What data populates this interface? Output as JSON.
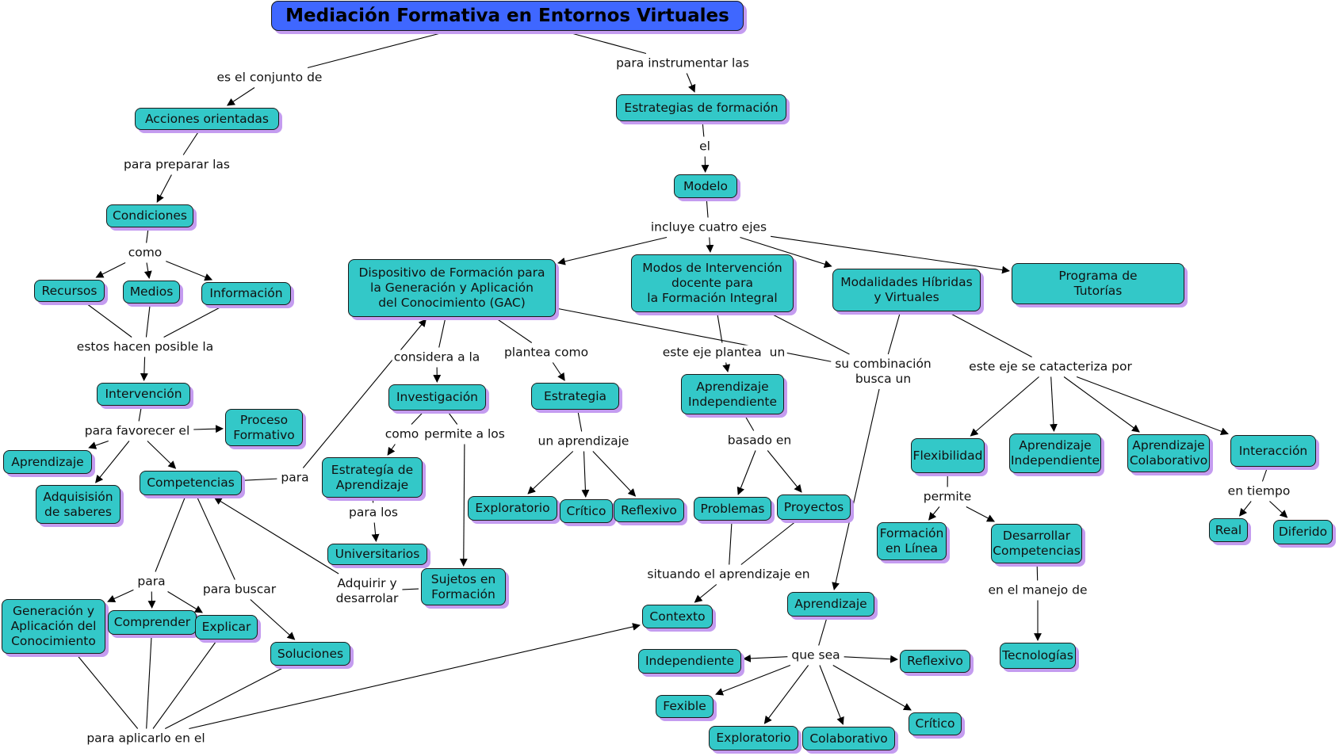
{
  "title": "Mediación Formativa en Entornos Virtuales",
  "colors": {
    "title_bg": "#3f67ff",
    "node_bg": "#33c8c8",
    "shadow": "#c49cf0",
    "border": "#1a1a1a"
  },
  "nodes": [
    {
      "id": "title",
      "text": "Mediación Formativa en Entornos Virtuales"
    },
    {
      "id": "acciones",
      "text": "Acciones  orientadas"
    },
    {
      "id": "condiciones",
      "text": "Condiciones"
    },
    {
      "id": "recursos",
      "text": "Recursos"
    },
    {
      "id": "medios",
      "text": "Medios"
    },
    {
      "id": "informacion",
      "text": "Información"
    },
    {
      "id": "intervencion",
      "text": "Intervención"
    },
    {
      "id": "proceso",
      "text": "Proceso\nFormativo"
    },
    {
      "id": "aprendizaje1",
      "text": "Aprendizaje"
    },
    {
      "id": "adquisicion",
      "text": "Adquisisión\nde saberes"
    },
    {
      "id": "competencias",
      "text": "Competencias"
    },
    {
      "id": "generacion",
      "text": "Generación y\nAplicación del\nConocimiento"
    },
    {
      "id": "comprender",
      "text": "Comprender"
    },
    {
      "id": "explicar",
      "text": "Explicar"
    },
    {
      "id": "soluciones",
      "text": "Soluciones"
    },
    {
      "id": "estrategias",
      "text": "Estrategias de formación"
    },
    {
      "id": "modelo",
      "text": "Modelo"
    },
    {
      "id": "dispositivo",
      "text": "Dispositivo de Formación para\nla Generación y Aplicación\ndel Conocimiento (GAC)"
    },
    {
      "id": "modos",
      "text": "Modos de Intervención\ndocente para\nla Formación  Integral"
    },
    {
      "id": "modalidades",
      "text": "Modalidades Híbridas\ny Virtuales"
    },
    {
      "id": "programa",
      "text": "Programa de\nTutorías"
    },
    {
      "id": "investigacion",
      "text": "Investigación"
    },
    {
      "id": "estrategia_ap",
      "text": "Estrategía de\nAprendizaje"
    },
    {
      "id": "universitarios",
      "text": "Universitarios"
    },
    {
      "id": "sujetos",
      "text": "Sujetos en\nFormación"
    },
    {
      "id": "estrategia",
      "text": "Estrategia"
    },
    {
      "id": "exploratorio1",
      "text": "Exploratorio"
    },
    {
      "id": "critico1",
      "text": "Crítico"
    },
    {
      "id": "reflexivo1",
      "text": "Reflexivo"
    },
    {
      "id": "ap_indep1",
      "text": "Aprendizaje\nIndependiente"
    },
    {
      "id": "problemas",
      "text": "Problemas"
    },
    {
      "id": "proyectos",
      "text": "Proyectos"
    },
    {
      "id": "contexto",
      "text": "Contexto"
    },
    {
      "id": "aprendizaje2",
      "text": "Aprendizaje"
    },
    {
      "id": "independiente",
      "text": "Independiente"
    },
    {
      "id": "reflexivo2",
      "text": "Reflexivo"
    },
    {
      "id": "fexible",
      "text": "Fexible"
    },
    {
      "id": "exploratorio2",
      "text": "Exploratorio"
    },
    {
      "id": "colaborativo",
      "text": "Colaborativo"
    },
    {
      "id": "critico2",
      "text": "Crítico"
    },
    {
      "id": "flexibilidad",
      "text": "Flexibilidad"
    },
    {
      "id": "ap_indep2",
      "text": "Aprendizaje\nIndependiente"
    },
    {
      "id": "ap_colab",
      "text": "Aprendizaje\nColaborativo"
    },
    {
      "id": "interaccion",
      "text": "Interacción"
    },
    {
      "id": "formacion_linea",
      "text": "Formación\nen Línea"
    },
    {
      "id": "desarrollar",
      "text": "Desarrollar\nCompetencias"
    },
    {
      "id": "tecnologias",
      "text": "Tecnologías"
    },
    {
      "id": "real",
      "text": "Real"
    },
    {
      "id": "diferido",
      "text": "Diferido"
    }
  ],
  "links": [
    {
      "id": "l_conjunto",
      "text": "es el conjunto de"
    },
    {
      "id": "l_instrumentar",
      "text": "para instrumentar las"
    },
    {
      "id": "l_preparar",
      "text": "para preparar las"
    },
    {
      "id": "l_como",
      "text": "como"
    },
    {
      "id": "l_hacen",
      "text": "estos hacen posible la"
    },
    {
      "id": "l_favorecer",
      "text": "para favorecer el"
    },
    {
      "id": "l_para_comp",
      "text": "para"
    },
    {
      "id": "l_para2",
      "text": "para"
    },
    {
      "id": "l_buscar",
      "text": "para buscar"
    },
    {
      "id": "l_aplicarlo",
      "text": "para aplicarlo en el"
    },
    {
      "id": "l_adquirir",
      "text": "Adquirir y\ndesarrolar"
    },
    {
      "id": "l_el",
      "text": "el"
    },
    {
      "id": "l_cuatro",
      "text": "incluye cuatro ejes"
    },
    {
      "id": "l_considera",
      "text": "considera a la"
    },
    {
      "id": "l_plantea",
      "text": "plantea como"
    },
    {
      "id": "l_como2",
      "text": "como"
    },
    {
      "id": "l_permite_los",
      "text": "permite a los"
    },
    {
      "id": "l_para_los",
      "text": "para los"
    },
    {
      "id": "l_un_ap",
      "text": "un aprendizaje"
    },
    {
      "id": "l_eje_plantea",
      "text": "este eje plantea  un"
    },
    {
      "id": "l_combinacion",
      "text": "su combinación\nbusca un"
    },
    {
      "id": "l_basado",
      "text": "basado en"
    },
    {
      "id": "l_situando",
      "text": "situando el aprendizaje en"
    },
    {
      "id": "l_que_sea",
      "text": "que sea"
    },
    {
      "id": "l_caracteriza",
      "text": "este eje se catacteriza por"
    },
    {
      "id": "l_permite",
      "text": "permite"
    },
    {
      "id": "l_manejo",
      "text": "en el manejo de"
    },
    {
      "id": "l_tiempo",
      "text": "en tiempo"
    }
  ],
  "edges": [
    [
      "title",
      "l_conjunto",
      0
    ],
    [
      "l_conjunto",
      "acciones",
      1
    ],
    [
      "title",
      "l_instrumentar",
      0
    ],
    [
      "l_instrumentar",
      "estrategias",
      1
    ],
    [
      "acciones",
      "l_preparar",
      0
    ],
    [
      "l_preparar",
      "condiciones",
      1
    ],
    [
      "condiciones",
      "l_como",
      0
    ],
    [
      "l_como",
      "recursos",
      1
    ],
    [
      "l_como",
      "medios",
      1
    ],
    [
      "l_como",
      "informacion",
      1
    ],
    [
      "recursos",
      "l_hacen",
      0
    ],
    [
      "medios",
      "l_hacen",
      0
    ],
    [
      "informacion",
      "l_hacen",
      0
    ],
    [
      "l_hacen",
      "intervencion",
      1
    ],
    [
      "intervencion",
      "l_favorecer",
      0
    ],
    [
      "l_favorecer",
      "proceso",
      1
    ],
    [
      "l_favorecer",
      "aprendizaje1",
      1
    ],
    [
      "l_favorecer",
      "adquisicion",
      1
    ],
    [
      "l_favorecer",
      "competencias",
      1
    ],
    [
      "competencias",
      "l_para_comp",
      0
    ],
    [
      "l_para_comp",
      "dispositivo",
      1
    ],
    [
      "competencias",
      "l_para2",
      0
    ],
    [
      "l_para2",
      "generacion",
      1
    ],
    [
      "l_para2",
      "comprender",
      1
    ],
    [
      "l_para2",
      "explicar",
      1
    ],
    [
      "competencias",
      "l_buscar",
      0
    ],
    [
      "l_buscar",
      "soluciones",
      1
    ],
    [
      "generacion",
      "l_aplicarlo",
      0
    ],
    [
      "comprender",
      "l_aplicarlo",
      0
    ],
    [
      "explicar",
      "l_aplicarlo",
      0
    ],
    [
      "soluciones",
      "l_aplicarlo",
      0
    ],
    [
      "l_aplicarlo",
      "contexto",
      1
    ],
    [
      "sujetos",
      "l_adquirir",
      0
    ],
    [
      "l_adquirir",
      "competencias",
      1
    ],
    [
      "estrategias",
      "l_el",
      0
    ],
    [
      "l_el",
      "modelo",
      1
    ],
    [
      "modelo",
      "l_cuatro",
      0
    ],
    [
      "l_cuatro",
      "dispositivo",
      1
    ],
    [
      "l_cuatro",
      "modos",
      1
    ],
    [
      "l_cuatro",
      "modalidades",
      1
    ],
    [
      "l_cuatro",
      "programa",
      1
    ],
    [
      "dispositivo",
      "l_considera",
      0
    ],
    [
      "l_considera",
      "investigacion",
      1
    ],
    [
      "dispositivo",
      "l_plantea",
      0
    ],
    [
      "l_plantea",
      "estrategia",
      1
    ],
    [
      "investigacion",
      "l_como2",
      0
    ],
    [
      "l_como2",
      "estrategia_ap",
      1
    ],
    [
      "investigacion",
      "l_permite_los",
      0
    ],
    [
      "l_permite_los",
      "sujetos",
      1
    ],
    [
      "estrategia_ap",
      "l_para_los",
      0
    ],
    [
      "l_para_los",
      "universitarios",
      1
    ],
    [
      "estrategia",
      "l_un_ap",
      0
    ],
    [
      "l_un_ap",
      "exploratorio1",
      1
    ],
    [
      "l_un_ap",
      "critico1",
      1
    ],
    [
      "l_un_ap",
      "reflexivo1",
      1
    ],
    [
      "modos",
      "l_eje_plantea",
      0
    ],
    [
      "l_eje_plantea",
      "ap_indep1",
      1
    ],
    [
      "dispositivo",
      "l_combinacion",
      0
    ],
    [
      "modos",
      "l_combinacion",
      0
    ],
    [
      "modalidades",
      "l_combinacion",
      0
    ],
    [
      "l_combinacion",
      "aprendizaje2",
      1
    ],
    [
      "ap_indep1",
      "l_basado",
      0
    ],
    [
      "l_basado",
      "problemas",
      1
    ],
    [
      "l_basado",
      "proyectos",
      1
    ],
    [
      "problemas",
      "l_situando",
      0
    ],
    [
      "proyectos",
      "l_situando",
      0
    ],
    [
      "l_situando",
      "contexto",
      1
    ],
    [
      "aprendizaje2",
      "l_que_sea",
      0
    ],
    [
      "l_que_sea",
      "independiente",
      1
    ],
    [
      "l_que_sea",
      "reflexivo2",
      1
    ],
    [
      "l_que_sea",
      "fexible",
      1
    ],
    [
      "l_que_sea",
      "exploratorio2",
      1
    ],
    [
      "l_que_sea",
      "colaborativo",
      1
    ],
    [
      "l_que_sea",
      "critico2",
      1
    ],
    [
      "modalidades",
      "l_caracteriza",
      0
    ],
    [
      "l_caracteriza",
      "flexibilidad",
      1
    ],
    [
      "l_caracteriza",
      "ap_indep2",
      1
    ],
    [
      "l_caracteriza",
      "ap_colab",
      1
    ],
    [
      "l_caracteriza",
      "interaccion",
      1
    ],
    [
      "flexibilidad",
      "l_permite",
      0
    ],
    [
      "l_permite",
      "formacion_linea",
      1
    ],
    [
      "l_permite",
      "desarrollar",
      1
    ],
    [
      "desarrollar",
      "l_manejo",
      0
    ],
    [
      "l_manejo",
      "tecnologias",
      1
    ],
    [
      "interaccion",
      "l_tiempo",
      0
    ],
    [
      "l_tiempo",
      "real",
      1
    ],
    [
      "l_tiempo",
      "diferido",
      1
    ]
  ]
}
